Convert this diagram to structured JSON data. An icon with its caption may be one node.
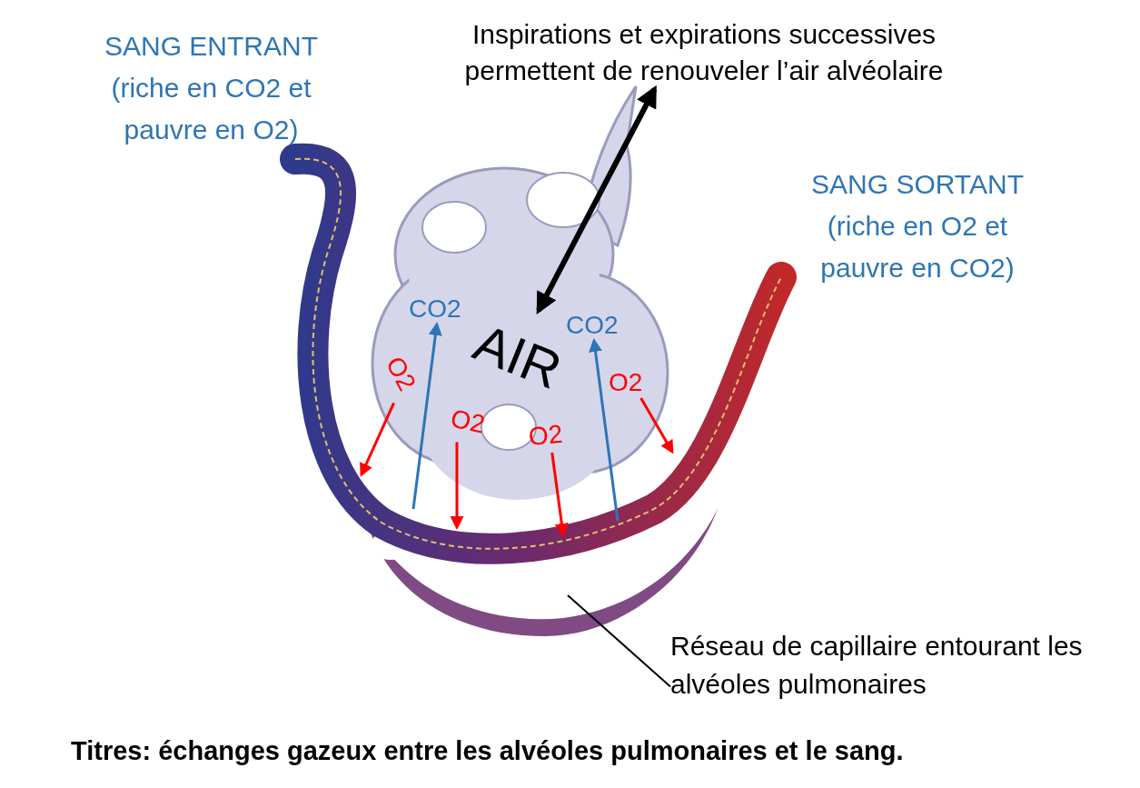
{
  "diagram": {
    "caption": "Titres: échanges gazeux entre les alvéoles pulmonaires et le sang.",
    "nodes": [
      {
        "text": [
          "Inspirations et expirations successives permettent de renouveler l’air alvéolaire"
        ]
      },
      {
        "text": [
          "AIR"
        ]
      },
      {
        "text": [
          "CO2"
        ]
      },
      {
        "text": [
          "CO2"
        ]
      },
      {
        "text": [
          "O2"
        ]
      },
      {
        "text": [
          "O2"
        ]
      },
      {
        "text": [
          "O2"
        ]
      },
      {
        "text": [
          "O2"
        ]
      },
      {
        "text": [
          "Réseau de capillaire entourant les alvéoles pulmonaires"
        ]
      }
    ],
    "edges": [
      {
        "from": 0,
        "to": 1,
        "arrow": "both",
        "style": "thick",
        "color": "#000000"
      },
      {
        "from": null,
        "to": 2,
        "arrow": "to",
        "color": "#2e75b6"
      },
      {
        "from": null,
        "to": 3,
        "arrow": "to",
        "color": "#2e75b6"
      },
      {
        "from": 4,
        "to": null,
        "arrow": "to",
        "color": "#ff0000"
      },
      {
        "from": 5,
        "to": null,
        "arrow": "to",
        "color": "#ff0000"
      },
      {
        "from": 6,
        "to": null,
        "arrow": "to",
        "color": "#ff0000"
      },
      {
        "from": 7,
        "to": null,
        "arrow": "to",
        "color": "#ff0000"
      },
      {
        "from": 8,
        "to": null,
        "arrow": "none",
        "color": "#000000"
      }
    ],
    "labels": [
      "SANG ENTRANT (riche en CO2 et pauvre en O2)",
      "SANG SORTANT (riche en O2 et pauvre en CO2)"
    ]
  }
}
